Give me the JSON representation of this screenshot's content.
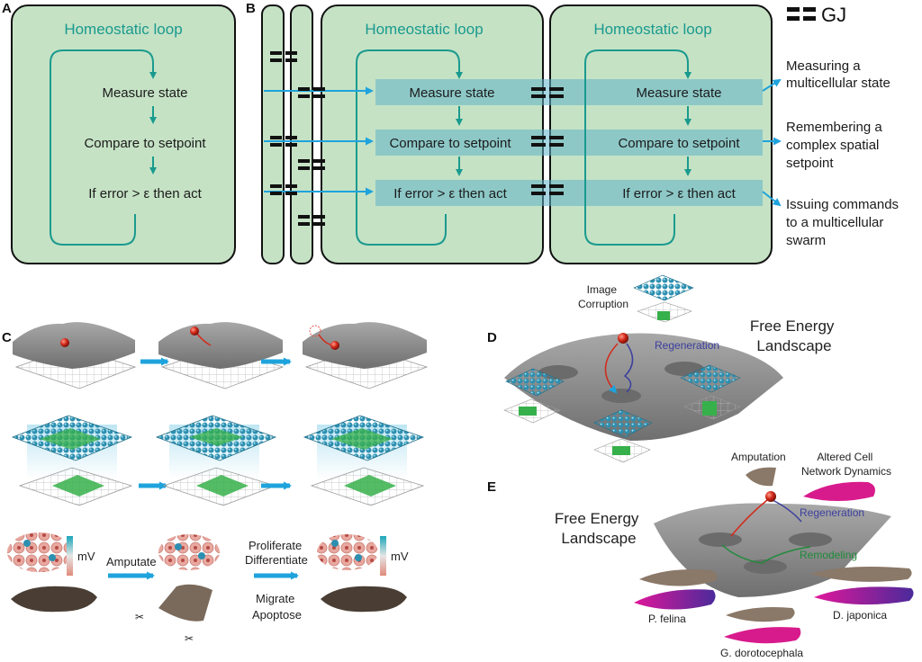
{
  "panels": {
    "a": "A",
    "b": "B",
    "c": "C",
    "d": "D",
    "e": "E"
  },
  "legend": {
    "gj_label": "GJ"
  },
  "loop_title": "Homeostatic loop",
  "steps": {
    "measure": "Measure state",
    "compare": "Compare to setpoint",
    "act": "If error > ε then act"
  },
  "outputs": {
    "measure": [
      "Measuring a",
      "multicellular state"
    ],
    "compare": [
      "Remembering a",
      "complex spatial",
      "setpoint"
    ],
    "act": [
      "Issuing commands",
      "to a multicellular",
      "swarm"
    ]
  },
  "panel_c": {
    "mv_label": "mV",
    "amputate": "Amputate",
    "proliferate": "Proliferate",
    "differentiate": "Differentiate",
    "migrate": "Migrate",
    "apoptose": "Apoptose"
  },
  "panel_d": {
    "image_corruption": [
      "Image",
      "Corruption"
    ],
    "regeneration": "Regeneration",
    "fel": [
      "Free Energy",
      "Landscape"
    ]
  },
  "panel_e": {
    "amputation": "Amputation",
    "altered": [
      "Altered Cell",
      "Network Dynamics"
    ],
    "regeneration": "Regeneration",
    "remodeling": "Remodeling",
    "fel": [
      "Free Energy",
      "Landscape"
    ],
    "species": [
      "P. felina",
      "D. japonica",
      "G. dorotocephala"
    ]
  },
  "colors": {
    "panel_fill": "#c5e2c5",
    "teal": "#1a9a8e",
    "band": "#5eb3c8",
    "arrow_blue": "#1ea3dc",
    "cell_blue": "#2c8fb0",
    "cell_green": "#36b04a",
    "magenta": "#d81b8c",
    "landscape": "#8d8d8d"
  }
}
